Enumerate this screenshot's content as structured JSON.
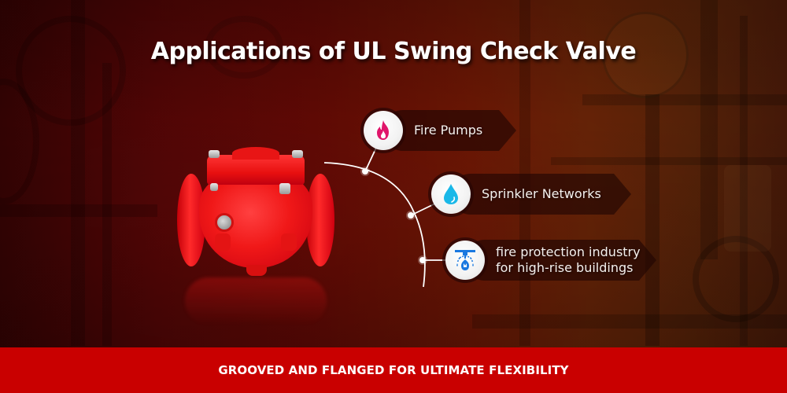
{
  "title": "Applications of UL Swing Check Valve",
  "product": {
    "name": "UL Swing Check Valve",
    "color": "#e81515"
  },
  "applications": [
    {
      "label": "Fire Pumps",
      "icon": "flame-icon",
      "icon_color": "#e0156a"
    },
    {
      "label": "Sprinkler Networks",
      "icon": "water-drop-icon",
      "icon_color": "#1ab8e8"
    },
    {
      "label_line1": "fire protection industry",
      "label_line2": "for high-rise buildings",
      "icon": "sprinkler-icon",
      "icon_color": "#1a78e0"
    }
  ],
  "footer": {
    "text": "GROOVED AND FLANGED FOR ULTIMATE FLEXIBILITY",
    "background": "#c90000"
  },
  "colors": {
    "background_left": "#3a0303",
    "background_right": "#7a2a08",
    "text": "#ffffff"
  }
}
